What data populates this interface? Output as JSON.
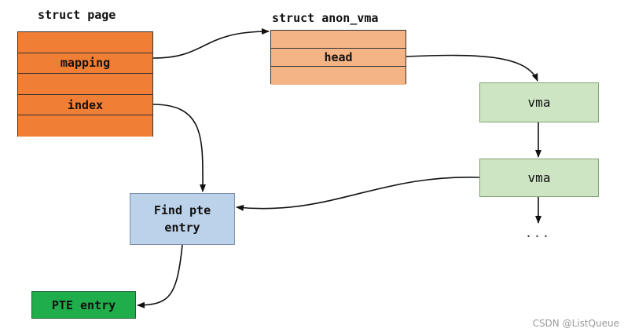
{
  "struct_page": {
    "title": "struct page",
    "rows": [
      "",
      "mapping",
      "",
      "index",
      ""
    ]
  },
  "struct_anon_vma": {
    "title": "struct anon_vma",
    "rows": [
      "",
      "head",
      ""
    ]
  },
  "vma_nodes": [
    "vma",
    "vma"
  ],
  "ellipsis": "...",
  "find_pte": {
    "line1": "Find pte",
    "line2": "entry"
  },
  "pte_entry": "PTE entry",
  "watermark": "CSDN @ListQueue",
  "colors": {
    "page_fill": "#f07e34",
    "anon_fill": "#f5b486",
    "vma_fill": "#cde5c3",
    "find_pte_fill": "#bcd1ea",
    "pte_entry_fill": "#1fae4b"
  }
}
